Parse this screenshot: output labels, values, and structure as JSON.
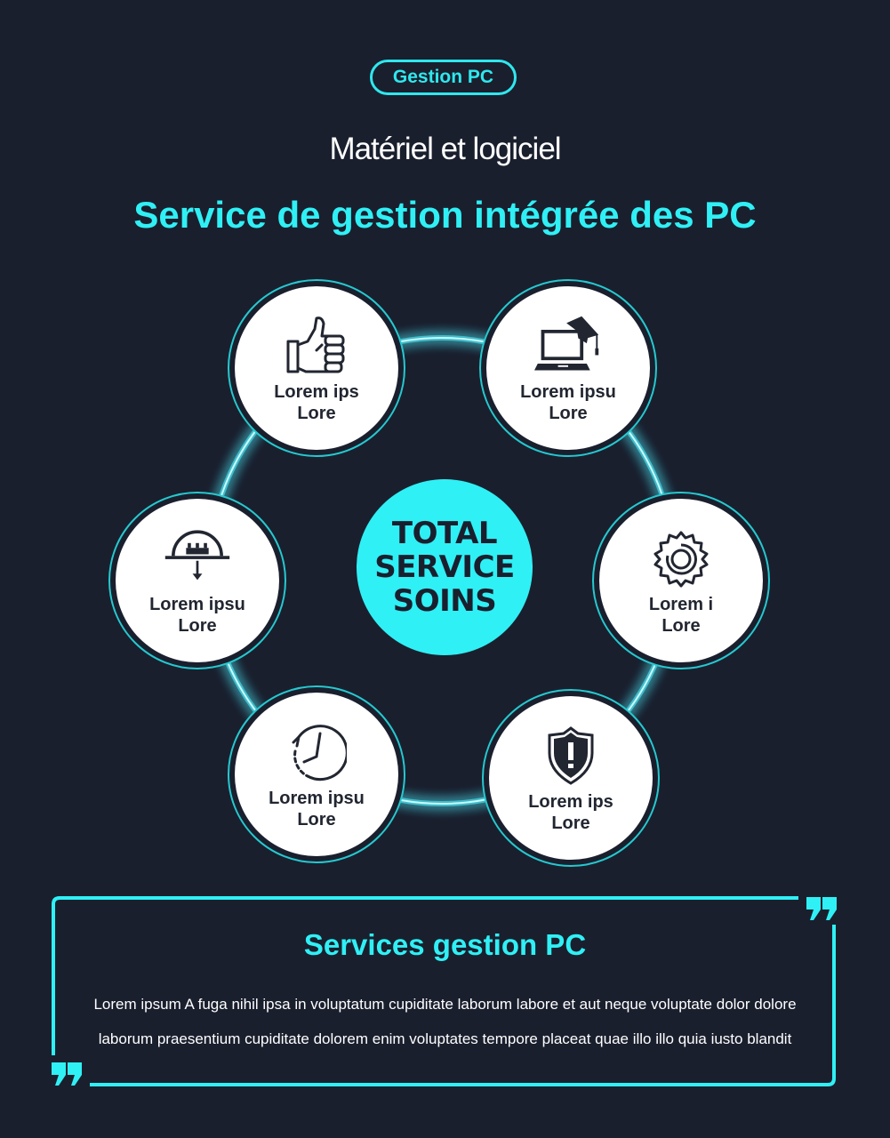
{
  "header": {
    "badge_label": "Gestion PC",
    "subtitle": "Matériel et logiciel",
    "title": "Service de gestion intégrée des PC"
  },
  "diagram": {
    "center": {
      "lines": [
        "TOTAL",
        "SERVICE",
        "SOINS"
      ]
    },
    "nodes": [
      {
        "icon": "thumbs-up-icon",
        "line1": "Lorem ips",
        "line2": "Lore"
      },
      {
        "icon": "laptop-graduation-icon",
        "line1": "Lorem ipsu",
        "line2": "Lore"
      },
      {
        "icon": "gear-icon",
        "line1": "Lorem i",
        "line2": "Lore"
      },
      {
        "icon": "shield-alert-icon",
        "line1": "Lorem ips",
        "line2": "Lore"
      },
      {
        "icon": "clock-history-icon",
        "line1": "Lorem ipsu",
        "line2": "Lore"
      },
      {
        "icon": "dome-arrow-down-icon",
        "line1": "Lorem ipsu",
        "line2": "Lore"
      }
    ]
  },
  "info_box": {
    "title": "Services gestion PC",
    "line1": "Lorem ipsum A fuga nihil ipsa in voluptatum cupiditate laborum labore et aut neque voluptate dolor dolore",
    "line2": "laborum praesentium cupiditate dolorem enim voluptates tempore placeat quae illo illo quia iusto blandit"
  },
  "colors": {
    "background": "#1a1f2e",
    "accent": "#2ff0f5",
    "node_fill": "#ffffff",
    "icon_text": "#222631"
  }
}
